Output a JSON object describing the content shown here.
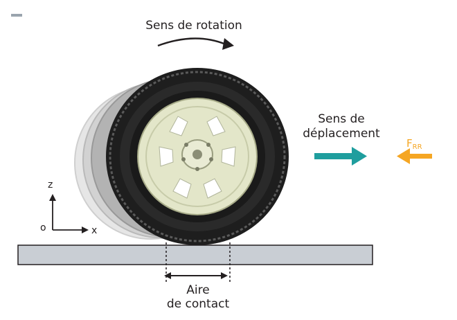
{
  "labels": {
    "rotation": "Sens de rotation",
    "displacement_line1": "Sens de",
    "displacement_line2": "déplacement",
    "force_main": "F",
    "force_sub": "RR",
    "axis_z": "z",
    "axis_x": "x",
    "axis_origin": "o",
    "contact_line1": "Aire",
    "contact_line2": "de contact"
  },
  "colors": {
    "displacement_arrow": "#1f9e9e",
    "force_arrow": "#f5a623",
    "rim": "#e3e6c9",
    "tire": "#1e1e1e",
    "ground": "#c9ced4",
    "corner_mark": "#9aa4ae"
  },
  "icons": {
    "rotation_arrow": "curved-arrow-icon",
    "displacement_arrow": "right-arrow-icon",
    "force_arrow": "left-arrow-icon",
    "contact_width_arrow": "double-arrow-icon"
  }
}
